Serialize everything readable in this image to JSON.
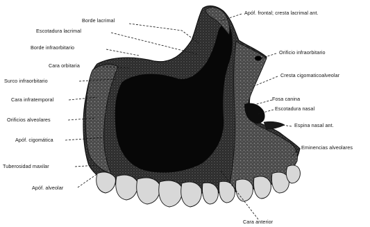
{
  "figure": {
    "labels_left": [
      "Borde lacrimal",
      "Escotadura lacrimal",
      "Borde infraorbitario",
      "Cara orbitaria",
      "Surco infraorbitario",
      "Cara infratemporal",
      "Orificios alveolares",
      "Apóf. cigomática",
      "Tuberosidad maxilar",
      "Apóf. alveolar"
    ],
    "labels_right": [
      "Apóf. frontal; cresta lacrimal ant.",
      "Orificio infraorbitario",
      "Cresta cigomaticoalveolar",
      "Fosa canina",
      "Escotadura nasal",
      "Espina nasal ant.",
      "Eminencias alveolares"
    ],
    "label_bottom": "Cara anterior",
    "colors": {
      "ink": "#111111",
      "bone_dark": "#0a0a0a",
      "bone_mid": "#3a3a3a",
      "tooth": "#d8d8d8",
      "paper": "#ffffff"
    }
  }
}
